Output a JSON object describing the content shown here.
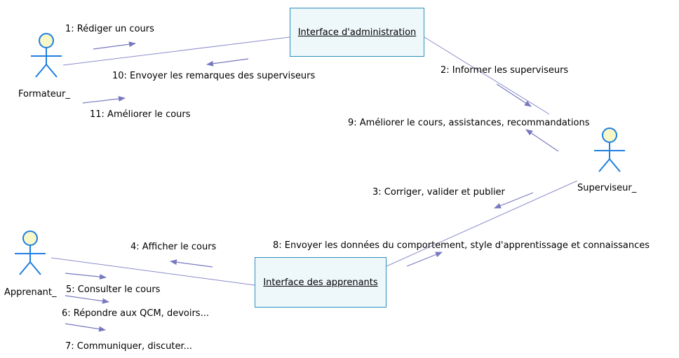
{
  "colors": {
    "link": "#8c8ccc",
    "arrow": "#7878c0",
    "actor_stroke": "#1f7fe0",
    "actor_head_fill": "#f7f7c8",
    "box_fill": "#eef8fb",
    "box_border": "#2a8fbd"
  },
  "actors": {
    "formateur": "Formateur_",
    "superviseur": "Superviseur_",
    "apprenant": "Apprenant_"
  },
  "objects": {
    "admin": "Interface d'administration",
    "learners": "Interface des apprenants"
  },
  "messages": {
    "m1": "1: Rédiger un cours",
    "m2": "2: Informer les superviseurs",
    "m3": "3: Corriger, valider et publier",
    "m4": "4: Afficher le cours",
    "m5": "5: Consulter le cours",
    "m6": "6: Répondre aux QCM, devoirs...",
    "m7": "7: Communiquer, discuter...",
    "m8": "8: Envoyer les données du comportement, style d'apprentissage et connaissances",
    "m9": "9: Améliorer le cours, assistances, recommandations",
    "m10": "10: Envoyer les remarques des superviseurs",
    "m11": "11: Améliorer le cours"
  }
}
